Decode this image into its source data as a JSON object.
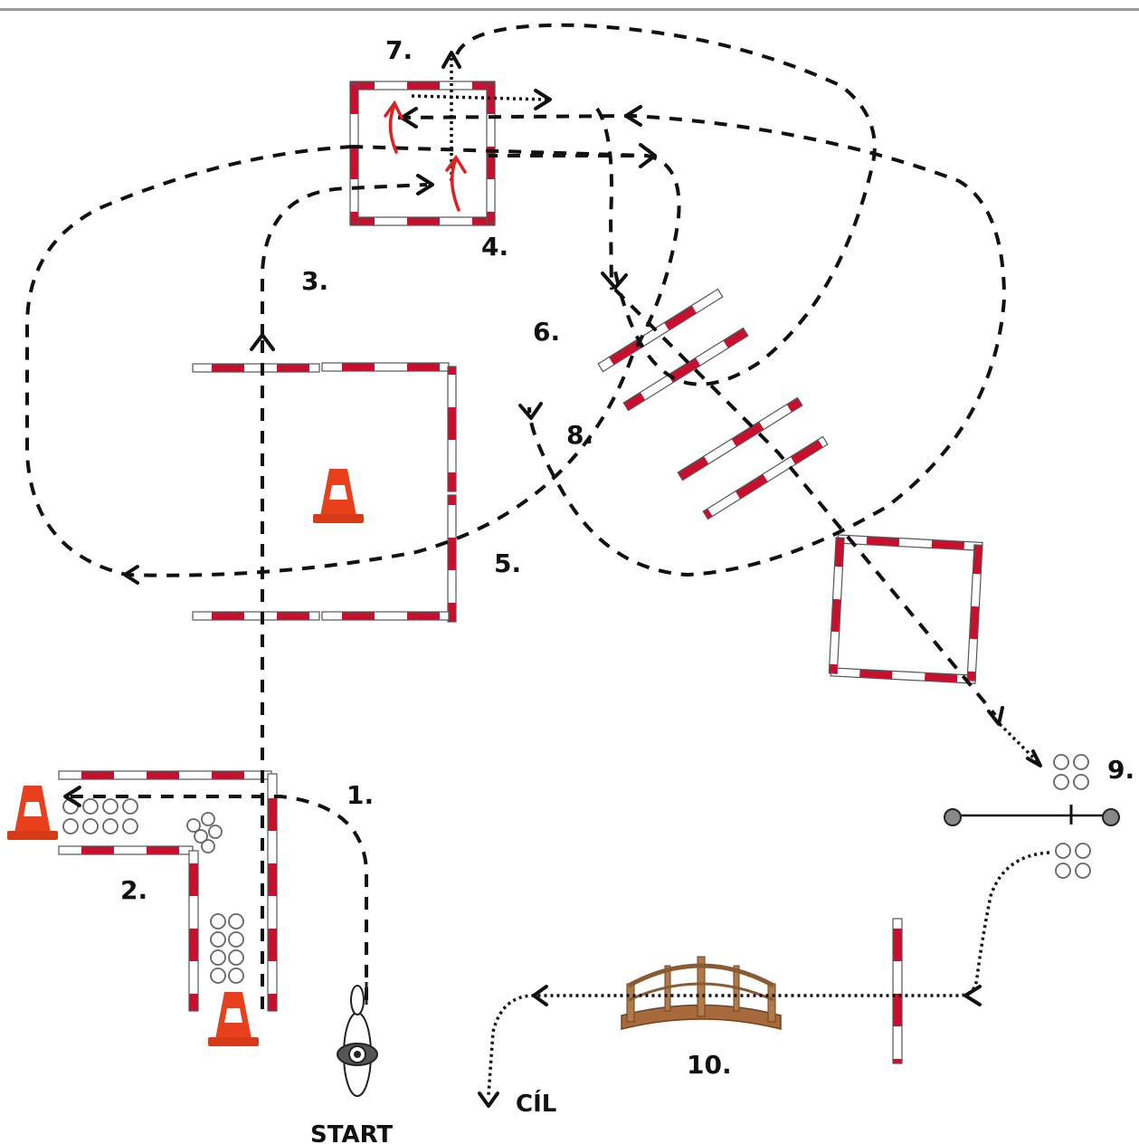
{
  "labels": {
    "start": "START",
    "finish": "CÍL",
    "s1": "1.",
    "s2": "2.",
    "s3": "3.",
    "s4": "4.",
    "s5": "5.",
    "s6": "6.",
    "s7": "7.",
    "s8": "8.",
    "s9": "9.",
    "s10": "10."
  },
  "colors": {
    "pole_red": "#c8102e",
    "pole_white": "#ffffff",
    "path": "#111111",
    "cone": "#e8401c",
    "bridge": "#b07a4a",
    "arrow_red": "#e02020"
  }
}
